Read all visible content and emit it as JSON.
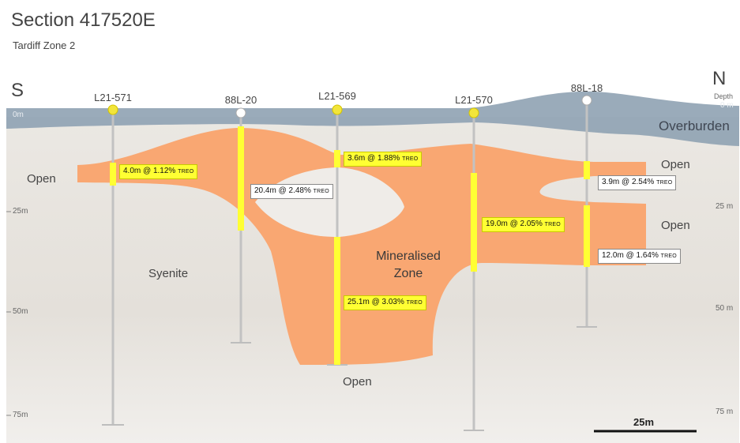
{
  "title": "Section 417520E",
  "subtitle": "Tardiff Zone 2",
  "directions": {
    "left": "S",
    "right": "N"
  },
  "depth_axis": {
    "header": "Depth",
    "left_labels": [
      "0m",
      "25m",
      "50m",
      "75m"
    ],
    "right_labels": [
      "0 m",
      "25 m",
      "50 m",
      "75 m"
    ]
  },
  "layers": {
    "overburden": "Overburden",
    "host_rock": "Syenite",
    "zone_line1": "Mineralised",
    "zone_line2": "Zone"
  },
  "open_labels": [
    "Open",
    "Open",
    "Open",
    "Open"
  ],
  "holes": [
    {
      "name": "L21-571",
      "marker": "yellow"
    },
    {
      "name": "88L-20",
      "marker": "white"
    },
    {
      "name": "L21-569",
      "marker": "yellow"
    },
    {
      "name": "L21-570",
      "marker": "yellow"
    },
    {
      "name": "88L-18",
      "marker": "white"
    }
  ],
  "intercepts": [
    {
      "length": "4.0m",
      "grade": "1.12%",
      "unit": "TREO",
      "style": "yellow"
    },
    {
      "length": "20.4m",
      "grade": "2.48%",
      "unit": "TREO",
      "style": "white"
    },
    {
      "length": "3.6m",
      "grade": "1.88%",
      "unit": "TREO",
      "style": "yellow"
    },
    {
      "length": "25.1m",
      "grade": "3.03%",
      "unit": "TREO",
      "style": "yellow"
    },
    {
      "length": "19.0m",
      "grade": "2.05%",
      "unit": "TREO",
      "style": "yellow"
    },
    {
      "length": "3.9m",
      "grade": "2.54%",
      "unit": "TREO",
      "style": "white"
    },
    {
      "length": "12.0m",
      "grade": "1.64%",
      "unit": "TREO",
      "style": "white"
    }
  ],
  "scale_bar": {
    "label": "25m"
  },
  "colors": {
    "ore": "#f9a772",
    "overburden": "#8fa2b2",
    "syenite": "#e7e3dd",
    "intercept": "#ffff33",
    "hole": "#c0c0c0"
  }
}
